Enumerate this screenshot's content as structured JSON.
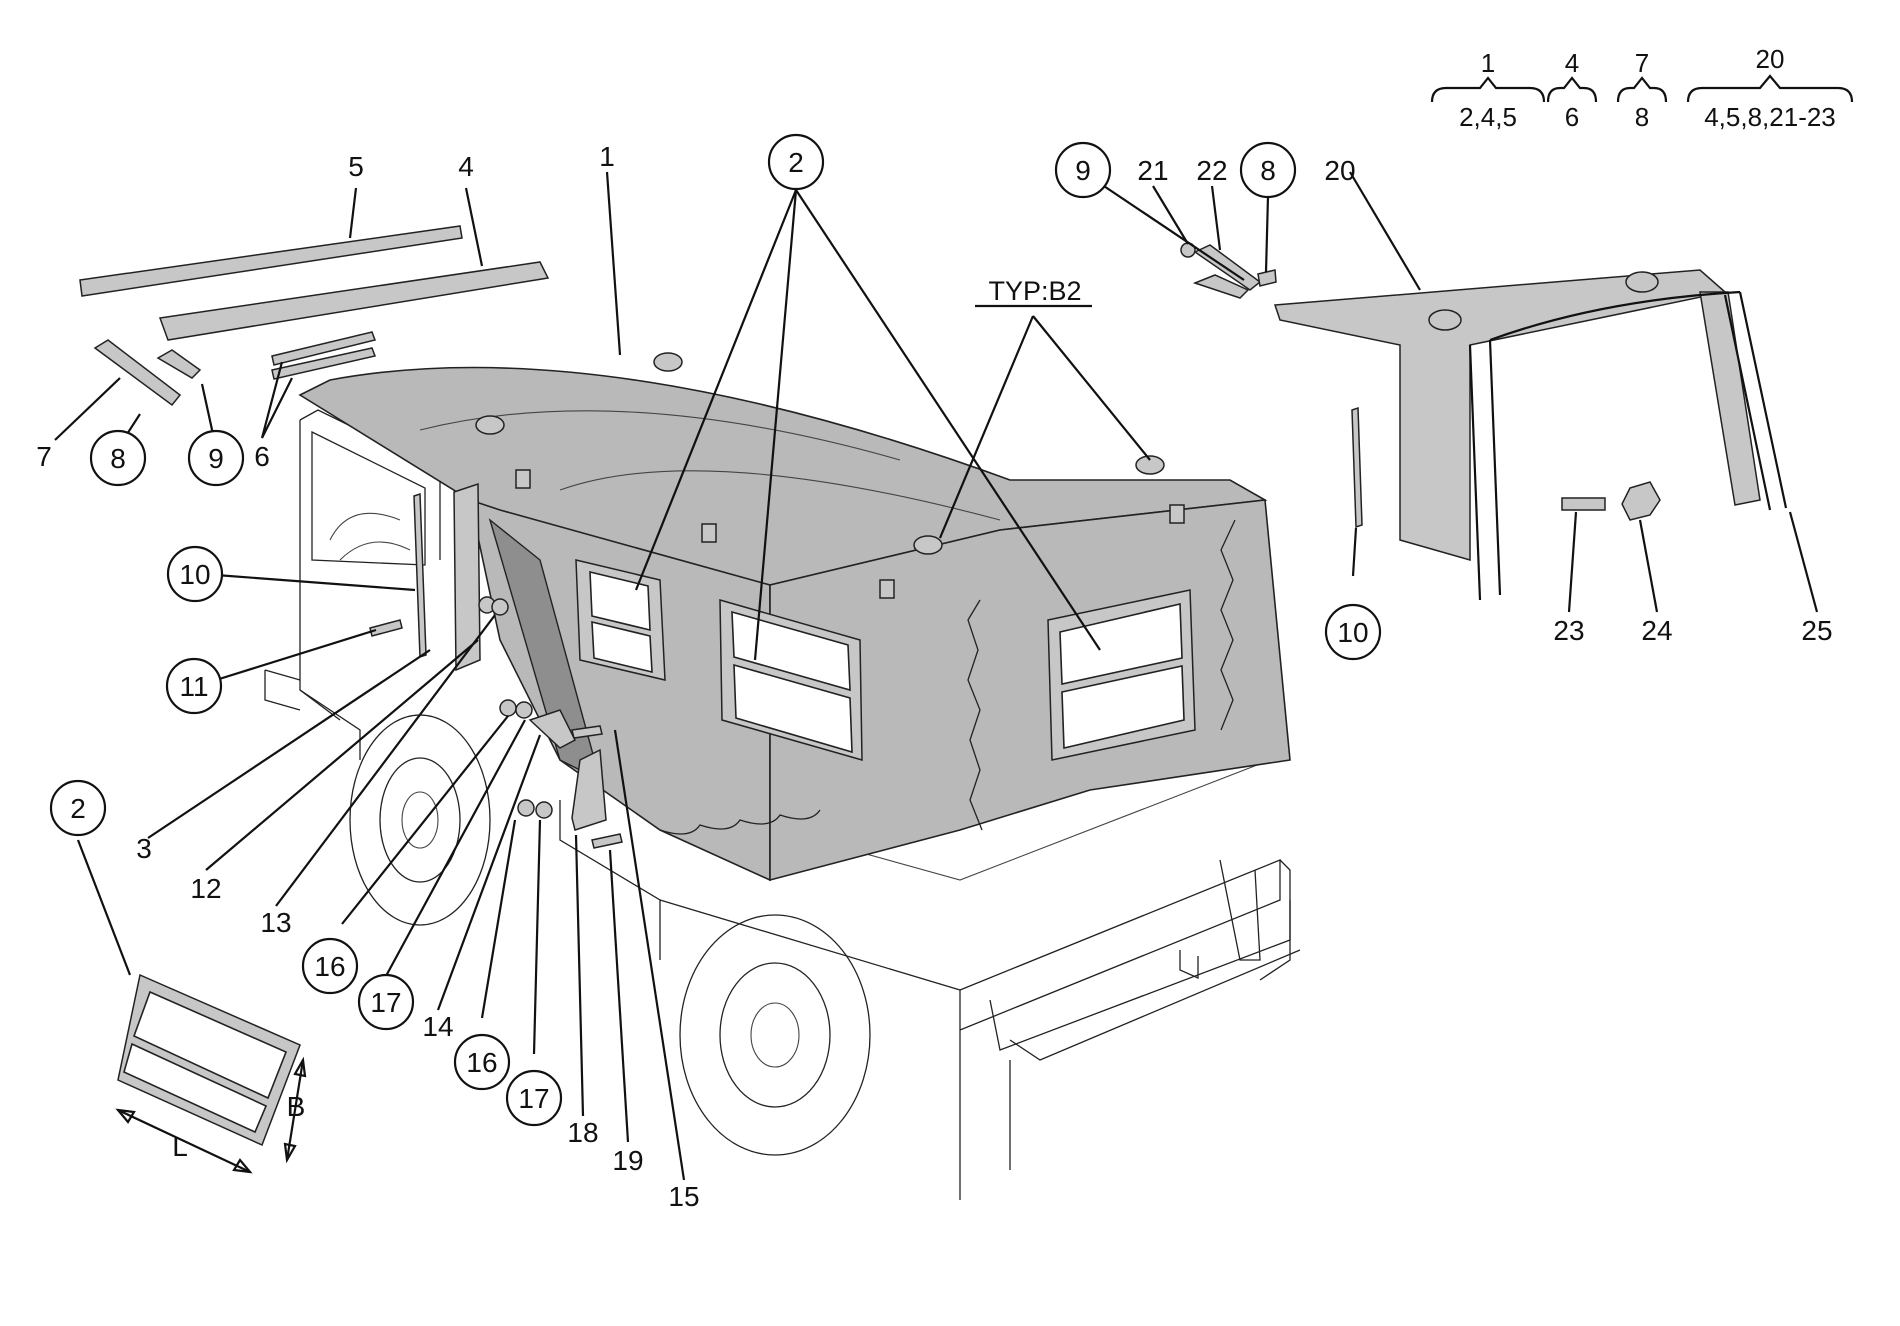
{
  "callouts": {
    "c1": "1",
    "c2a": "2",
    "c2b": "2",
    "c3": "3",
    "c4": "4",
    "c5": "5",
    "c6": "6",
    "c7": "7",
    "c8a": "8",
    "c8b": "8",
    "c9a": "9",
    "c9b": "9",
    "c10a": "10",
    "c10b": "10",
    "c11": "11",
    "c12": "12",
    "c13": "13",
    "c14": "14",
    "c15": "15",
    "c16a": "16",
    "c16b": "16",
    "c17a": "17",
    "c17b": "17",
    "c18": "18",
    "c19": "19",
    "c20": "20",
    "c21": "21",
    "c22": "22",
    "c23": "23",
    "c24": "24",
    "c25": "25"
  },
  "typ_label": "TYP:B2",
  "dimensions": {
    "length": "L",
    "breadth": "B"
  },
  "legend": [
    {
      "parent": "1",
      "children": "2,4,5"
    },
    {
      "parent": "4",
      "children": "6"
    },
    {
      "parent": "7",
      "children": "8"
    },
    {
      "parent": "20",
      "children": "4,5,8,21-23"
    }
  ],
  "colors": {
    "canvas": "#b9b9b9",
    "line": "#111111",
    "background": "#ffffff"
  }
}
